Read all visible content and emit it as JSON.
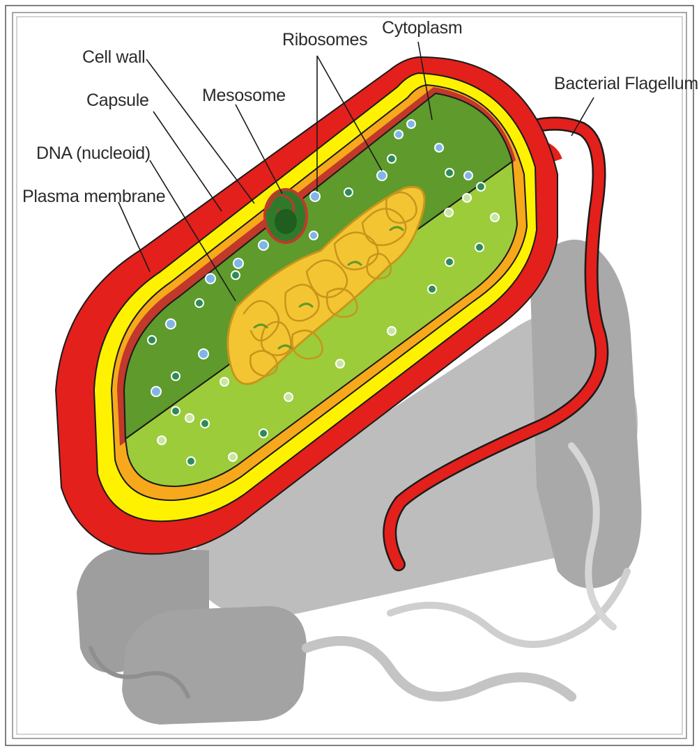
{
  "labels": {
    "cell_wall": "Cell wall",
    "capsule": "Capsule",
    "dna": "DNA (nucleoid)",
    "plasma_membrane": "Plasma membrane",
    "mesosome": "Mesosome",
    "ribosomes": "Ribosomes",
    "cytoplasm": "Cytoplasm",
    "flagellum": "Bacterial Flagellum"
  },
  "colors": {
    "outer_red": "#e3201b",
    "capsule_yellow": "#fff200",
    "inner_orange": "#f7a81b",
    "cytoplasm_dark": "#5e9a2c",
    "cytoplasm_light": "#9ccc3a",
    "dna_yellow": "#f4c533",
    "ribosome_blue": "#7fb6e6",
    "ribosome_green": "#2e8b57",
    "shadow_gray": "#b3b3b3"
  }
}
